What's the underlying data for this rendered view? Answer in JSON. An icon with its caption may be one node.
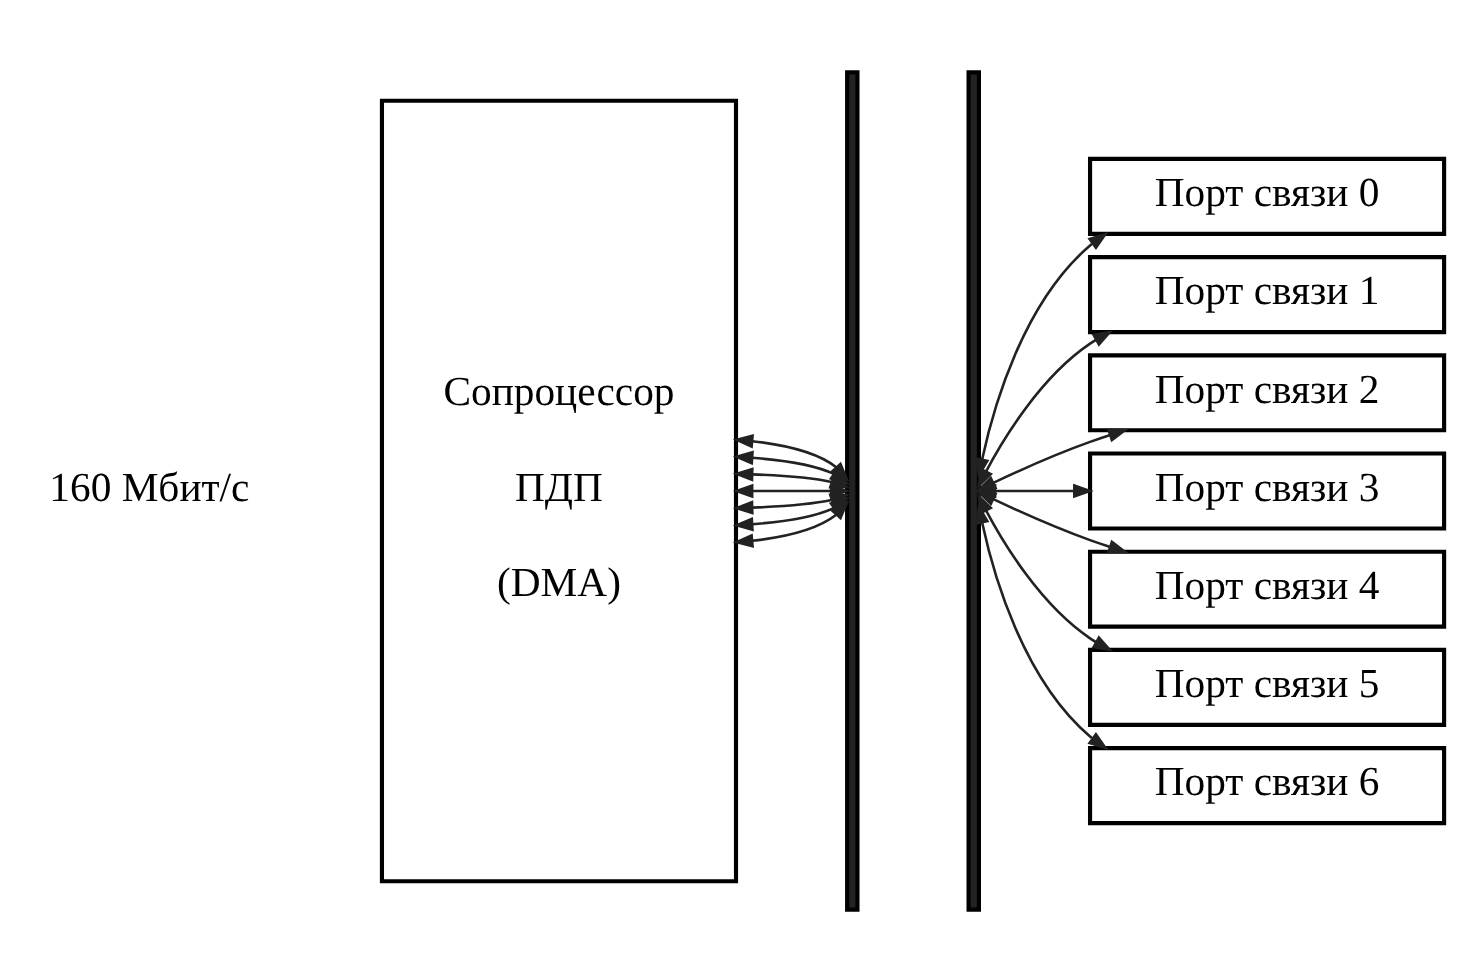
{
  "diagram": {
    "nodes": [
      {
        "text": [],
        "shape": "bar"
      },
      {
        "text": [],
        "shape": "bar"
      },
      {
        "text": [
          "Сопроцессор",
          "ПДП",
          "(DMA)"
        ]
      },
      {
        "text": [
          "Порт связи 0"
        ]
      },
      {
        "text": [
          "Порт связи 1"
        ]
      },
      {
        "text": [
          "Порт связи 2"
        ]
      },
      {
        "text": [
          "Порт связи 3"
        ]
      },
      {
        "text": [
          "Порт связи 4"
        ]
      },
      {
        "text": [
          "Порт связи 5"
        ]
      },
      {
        "text": [
          "Порт связи 6"
        ]
      }
    ],
    "edges": [
      {
        "from": 2,
        "to": 0,
        "arrow": "both"
      },
      {
        "from": 2,
        "to": 0,
        "arrow": "both"
      },
      {
        "from": 2,
        "to": 0,
        "arrow": "both"
      },
      {
        "from": 2,
        "to": 0,
        "arrow": "both"
      },
      {
        "from": 2,
        "to": 0,
        "arrow": "both"
      },
      {
        "from": 2,
        "to": 0,
        "arrow": "both"
      },
      {
        "from": 2,
        "to": 0,
        "arrow": "both"
      },
      {
        "from": 1,
        "to": 3,
        "arrow": "both"
      },
      {
        "from": 1,
        "to": 4,
        "arrow": "both"
      },
      {
        "from": 1,
        "to": 5,
        "arrow": "both"
      },
      {
        "from": 1,
        "to": 6,
        "arrow": "both"
      },
      {
        "from": 1,
        "to": 7,
        "arrow": "both"
      },
      {
        "from": 1,
        "to": 8,
        "arrow": "both"
      },
      {
        "from": 1,
        "to": 9,
        "arrow": "both"
      }
    ],
    "labels": [
      "160 Мбит/с"
    ]
  }
}
